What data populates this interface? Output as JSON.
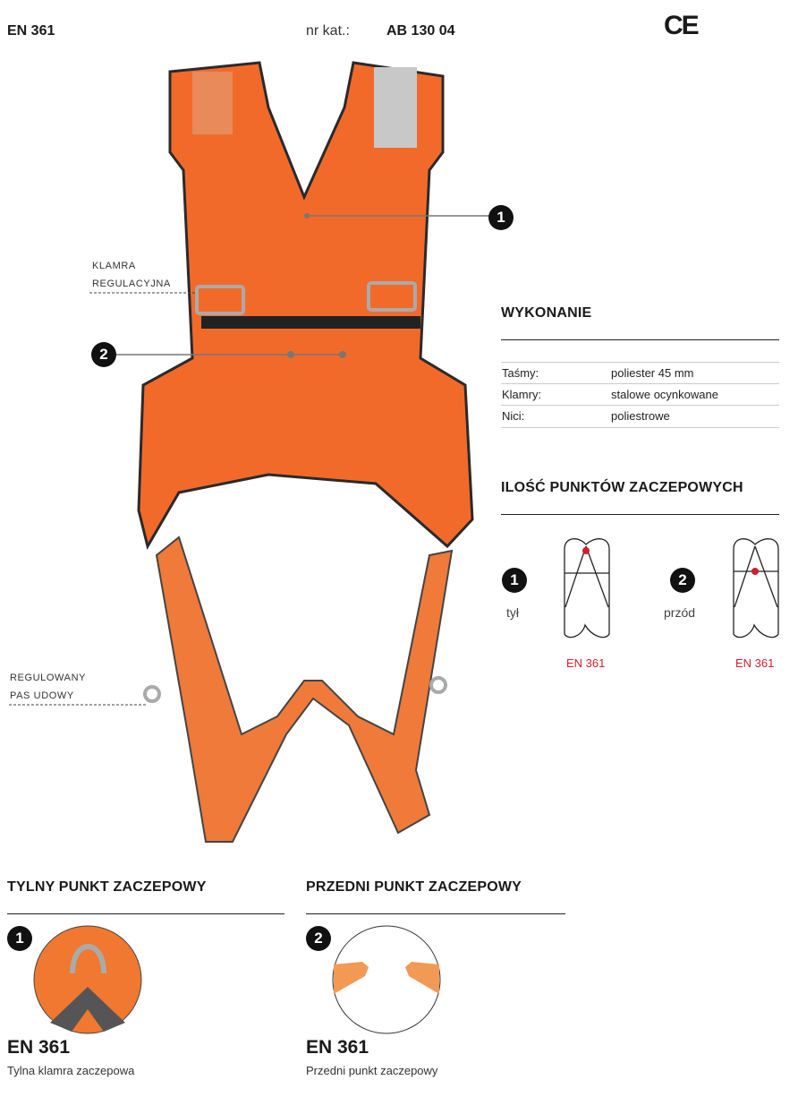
{
  "header": {
    "standard": "EN 361",
    "catalog_label": "nr kat.:",
    "catalog_number": "AB 130 04",
    "ce_mark": "CE"
  },
  "callouts": {
    "marker1": "1",
    "marker2": "2",
    "buckle_label": [
      "KLAMRA",
      "REGULACYJNA"
    ],
    "leg_label": [
      "REGULOWANY",
      "PAS UDOWY"
    ]
  },
  "specs": {
    "title": "WYKONANIE",
    "rows": [
      {
        "label": "Taśmy:",
        "value": "poliester 45 mm"
      },
      {
        "label": "Klamry:",
        "value": "stalowe ocynkowane"
      },
      {
        "label": "Nici:",
        "value": "poliestrowe"
      }
    ]
  },
  "points": {
    "title": "ILOŚĆ PUNKTÓW ZACZEPOWYCH",
    "items": [
      {
        "number": "1",
        "label": "tył",
        "standard": "EN 361"
      },
      {
        "number": "2",
        "label": "przód",
        "standard": "EN 361"
      }
    ]
  },
  "bottom": [
    {
      "title": "TYLNY PUNKT ZACZEPOWY",
      "number": "1",
      "standard": "EN 361",
      "caption": "Tylna klamra zaczepowa"
    },
    {
      "title": "PRZEDNI PUNKT ZACZEPOWY",
      "number": "2",
      "standard": "EN 361",
      "caption": "Przedni punkt zaczepowy"
    }
  ],
  "colors": {
    "orange": "#f26a2a",
    "dark": "#222222",
    "accent_red": "#d0202e"
  }
}
